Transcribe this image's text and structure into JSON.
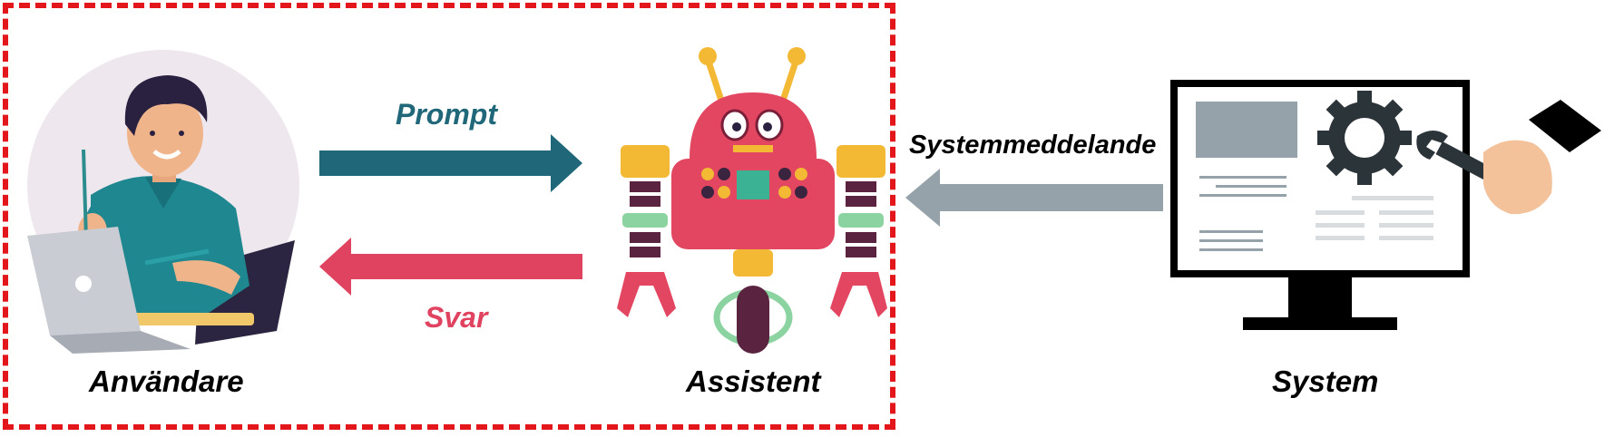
{
  "nodes": {
    "user": {
      "label": "Användare",
      "icon": "person-with-laptop-icon"
    },
    "assistant": {
      "label": "Assistent",
      "icon": "robot-icon"
    },
    "system": {
      "label": "System",
      "icon": "monitor-with-gear-icon"
    }
  },
  "edges": {
    "prompt": {
      "label": "Prompt",
      "color": "#1f6779"
    },
    "response": {
      "label": "Svar",
      "color": "#e0435f"
    },
    "system_message": {
      "label": "Systemmeddelande",
      "color": "#95a2aa"
    }
  },
  "colors": {
    "boundary": "#e3161b",
    "robot_body": "#e34660",
    "robot_accent": "#f3b934",
    "person_shirt": "#1e8790"
  }
}
